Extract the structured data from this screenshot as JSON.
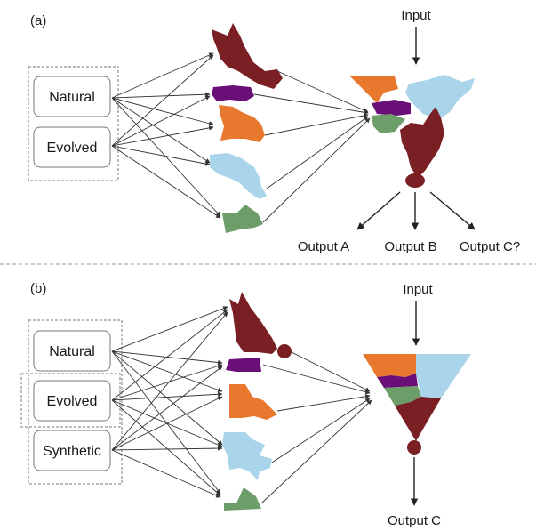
{
  "panel_a": {
    "tag": "(a)",
    "sources": [
      "Natural",
      "Evolved"
    ],
    "input_label": "Input",
    "outputs": [
      "Output A",
      "Output B",
      "Output C?"
    ]
  },
  "panel_b": {
    "tag": "(b)",
    "sources": [
      "Natural",
      "Evolved",
      "Synthetic"
    ],
    "input_label": "Input",
    "outputs": [
      "Output C"
    ]
  },
  "colors": {
    "maroon": "#7a1f24",
    "purple": "#6a0f78",
    "orange": "#e8782e",
    "lightblue": "#a9d4ea",
    "green": "#6d9e6a"
  }
}
